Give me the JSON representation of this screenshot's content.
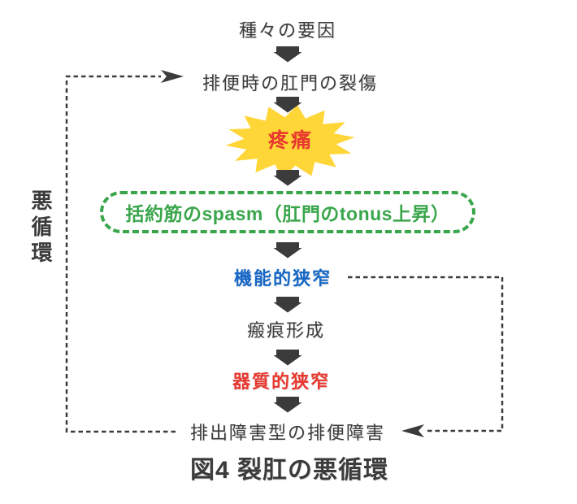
{
  "figure": {
    "caption": "図4 裂肛の悪循環",
    "cycle_label": "悪循環",
    "flow": [
      {
        "id": "factors",
        "label": "種々の要因",
        "style": "plain"
      },
      {
        "id": "fissure",
        "label": "排便時の肛門の裂傷",
        "style": "plain"
      },
      {
        "id": "pain",
        "label": "疼痛",
        "style": "starburst"
      },
      {
        "id": "spasm",
        "label": "括約筋のspasm（肛門のtonus上昇）",
        "style": "green-dashed-box"
      },
      {
        "id": "functional-stenosis",
        "label": "機能的狭窄",
        "style": "blue"
      },
      {
        "id": "scar",
        "label": "瘢痕形成",
        "style": "plain"
      },
      {
        "id": "organic-stenosis",
        "label": "器質的狭窄",
        "style": "red"
      },
      {
        "id": "defecation-disorder",
        "label": "排出障害型の排便障害",
        "style": "plain"
      }
    ],
    "colors": {
      "ink": "#3b3b3b",
      "red": "#e8382f",
      "blue": "#1667c6",
      "green": "#3aa64b",
      "burst_yellow": "#ffd637",
      "background": "#ffffff"
    }
  }
}
